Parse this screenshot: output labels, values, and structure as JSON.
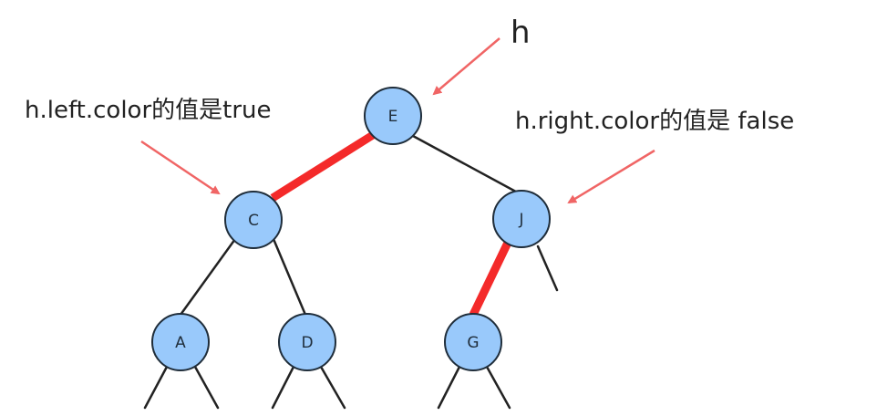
{
  "annotations": {
    "h_label": "h",
    "left_label": "h.left.color的值是true",
    "right_label": "h.right.color的值是 false"
  },
  "nodes": {
    "E": "E",
    "C": "C",
    "J": "J",
    "A": "A",
    "D": "D",
    "G": "G"
  },
  "edges": [
    {
      "from": "E",
      "to": "C",
      "color": "red"
    },
    {
      "from": "E",
      "to": "J",
      "color": "black"
    },
    {
      "from": "C",
      "to": "A",
      "color": "black"
    },
    {
      "from": "C",
      "to": "D",
      "color": "black"
    },
    {
      "from": "J",
      "to": "G",
      "color": "red"
    }
  ],
  "colors": {
    "node_fill": "#99c9fb",
    "red_link": "#f42a2a",
    "black_link": "#222222",
    "arrow": "#f06565"
  }
}
